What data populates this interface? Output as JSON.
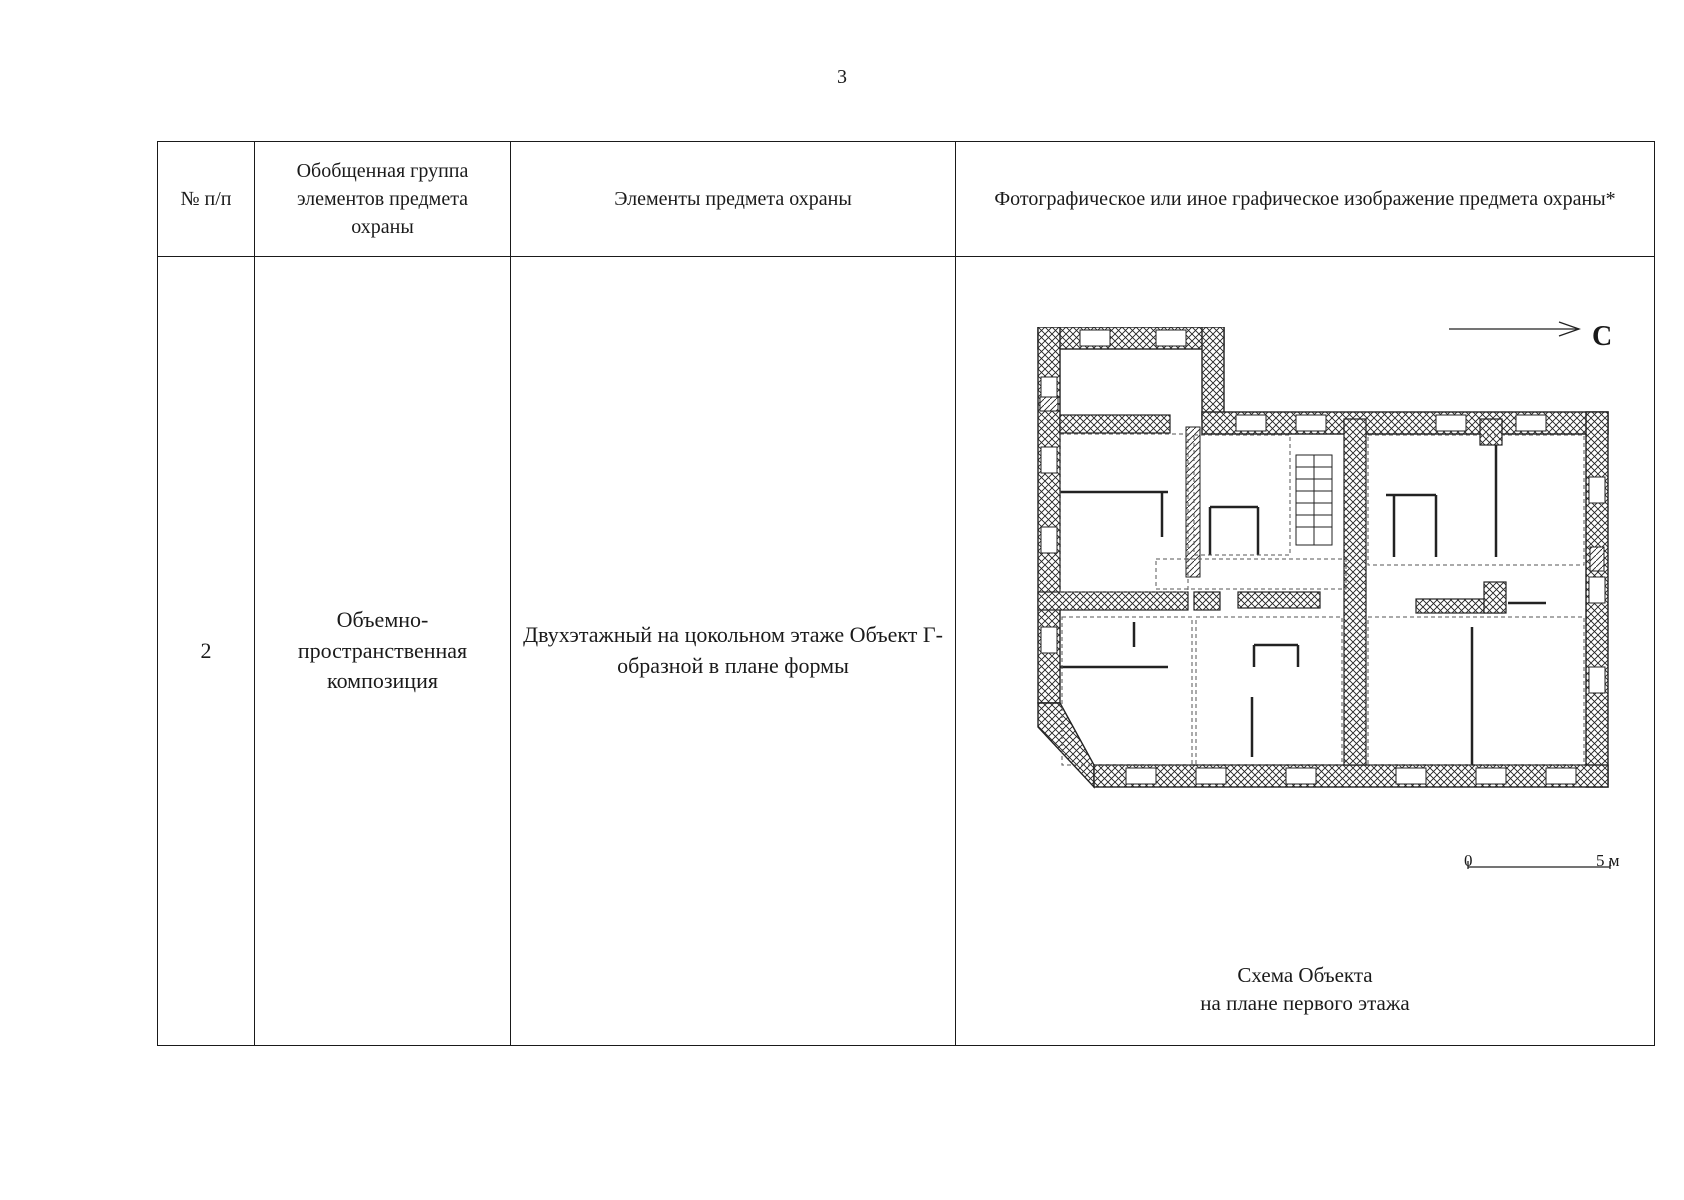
{
  "page_number": "3",
  "table": {
    "headers": {
      "number": "№ п/п",
      "group": "Обобщенная группа элементов предмета охраны",
      "elements": "Элементы предмета охраны",
      "image": "Фотографическое или иное графическое изображение предмета охраны*"
    },
    "row": {
      "number": "2",
      "group": "Объемно-пространственная композиция",
      "elements": "Двухэтажный на цокольном этаже Объект Г-образной в плане формы"
    }
  },
  "plan": {
    "north_label": "С",
    "scale_start": "0",
    "scale_end": "5 м",
    "caption_line1": "Схема Объекта",
    "caption_line2": "на плане первого этажа"
  }
}
